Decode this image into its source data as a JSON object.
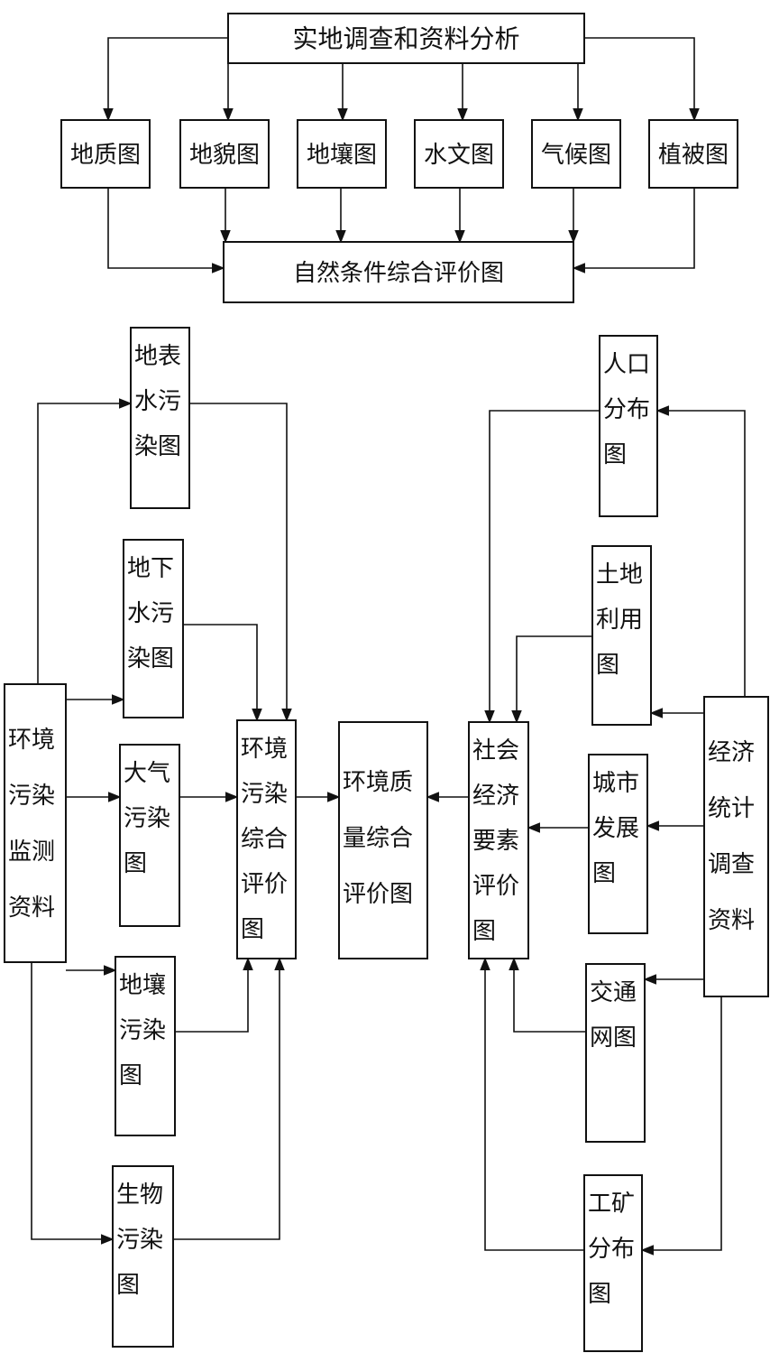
{
  "title": "实地调查和资料分析",
  "natural_maps": [
    "地质图",
    "地貌图",
    "地壤图",
    "水文图",
    "气候图",
    "植被图"
  ],
  "natural_eval": "自然条件综合评价图",
  "nodes": {
    "env_source": [
      "环境",
      "污染",
      "监测",
      "资料"
    ],
    "surface_water": [
      "地表",
      "水污",
      "染图"
    ],
    "ground_water": [
      "地下",
      "水污",
      "染图"
    ],
    "air": [
      "大气",
      "污染",
      "图"
    ],
    "soil": [
      "地壤",
      "污染",
      "图"
    ],
    "bio": [
      "生物",
      "污染",
      "图"
    ],
    "env_eval": [
      "环境",
      "污染",
      "综合",
      "评价",
      "图"
    ],
    "quality_eval": [
      "环境质",
      "量综合",
      "评价图"
    ],
    "socio_eval": [
      "社会",
      "经济",
      "要素",
      "评价",
      "图"
    ],
    "population": [
      "人口",
      "分布",
      "图"
    ],
    "land_use": [
      "土地",
      "利用",
      "图"
    ],
    "urban": [
      "城市",
      "发展",
      "图"
    ],
    "traffic": [
      "交通",
      "网图"
    ],
    "mining": [
      "工矿",
      "分布",
      "图"
    ],
    "econ_source": [
      "经济",
      "统计",
      "调查",
      "资料"
    ]
  }
}
